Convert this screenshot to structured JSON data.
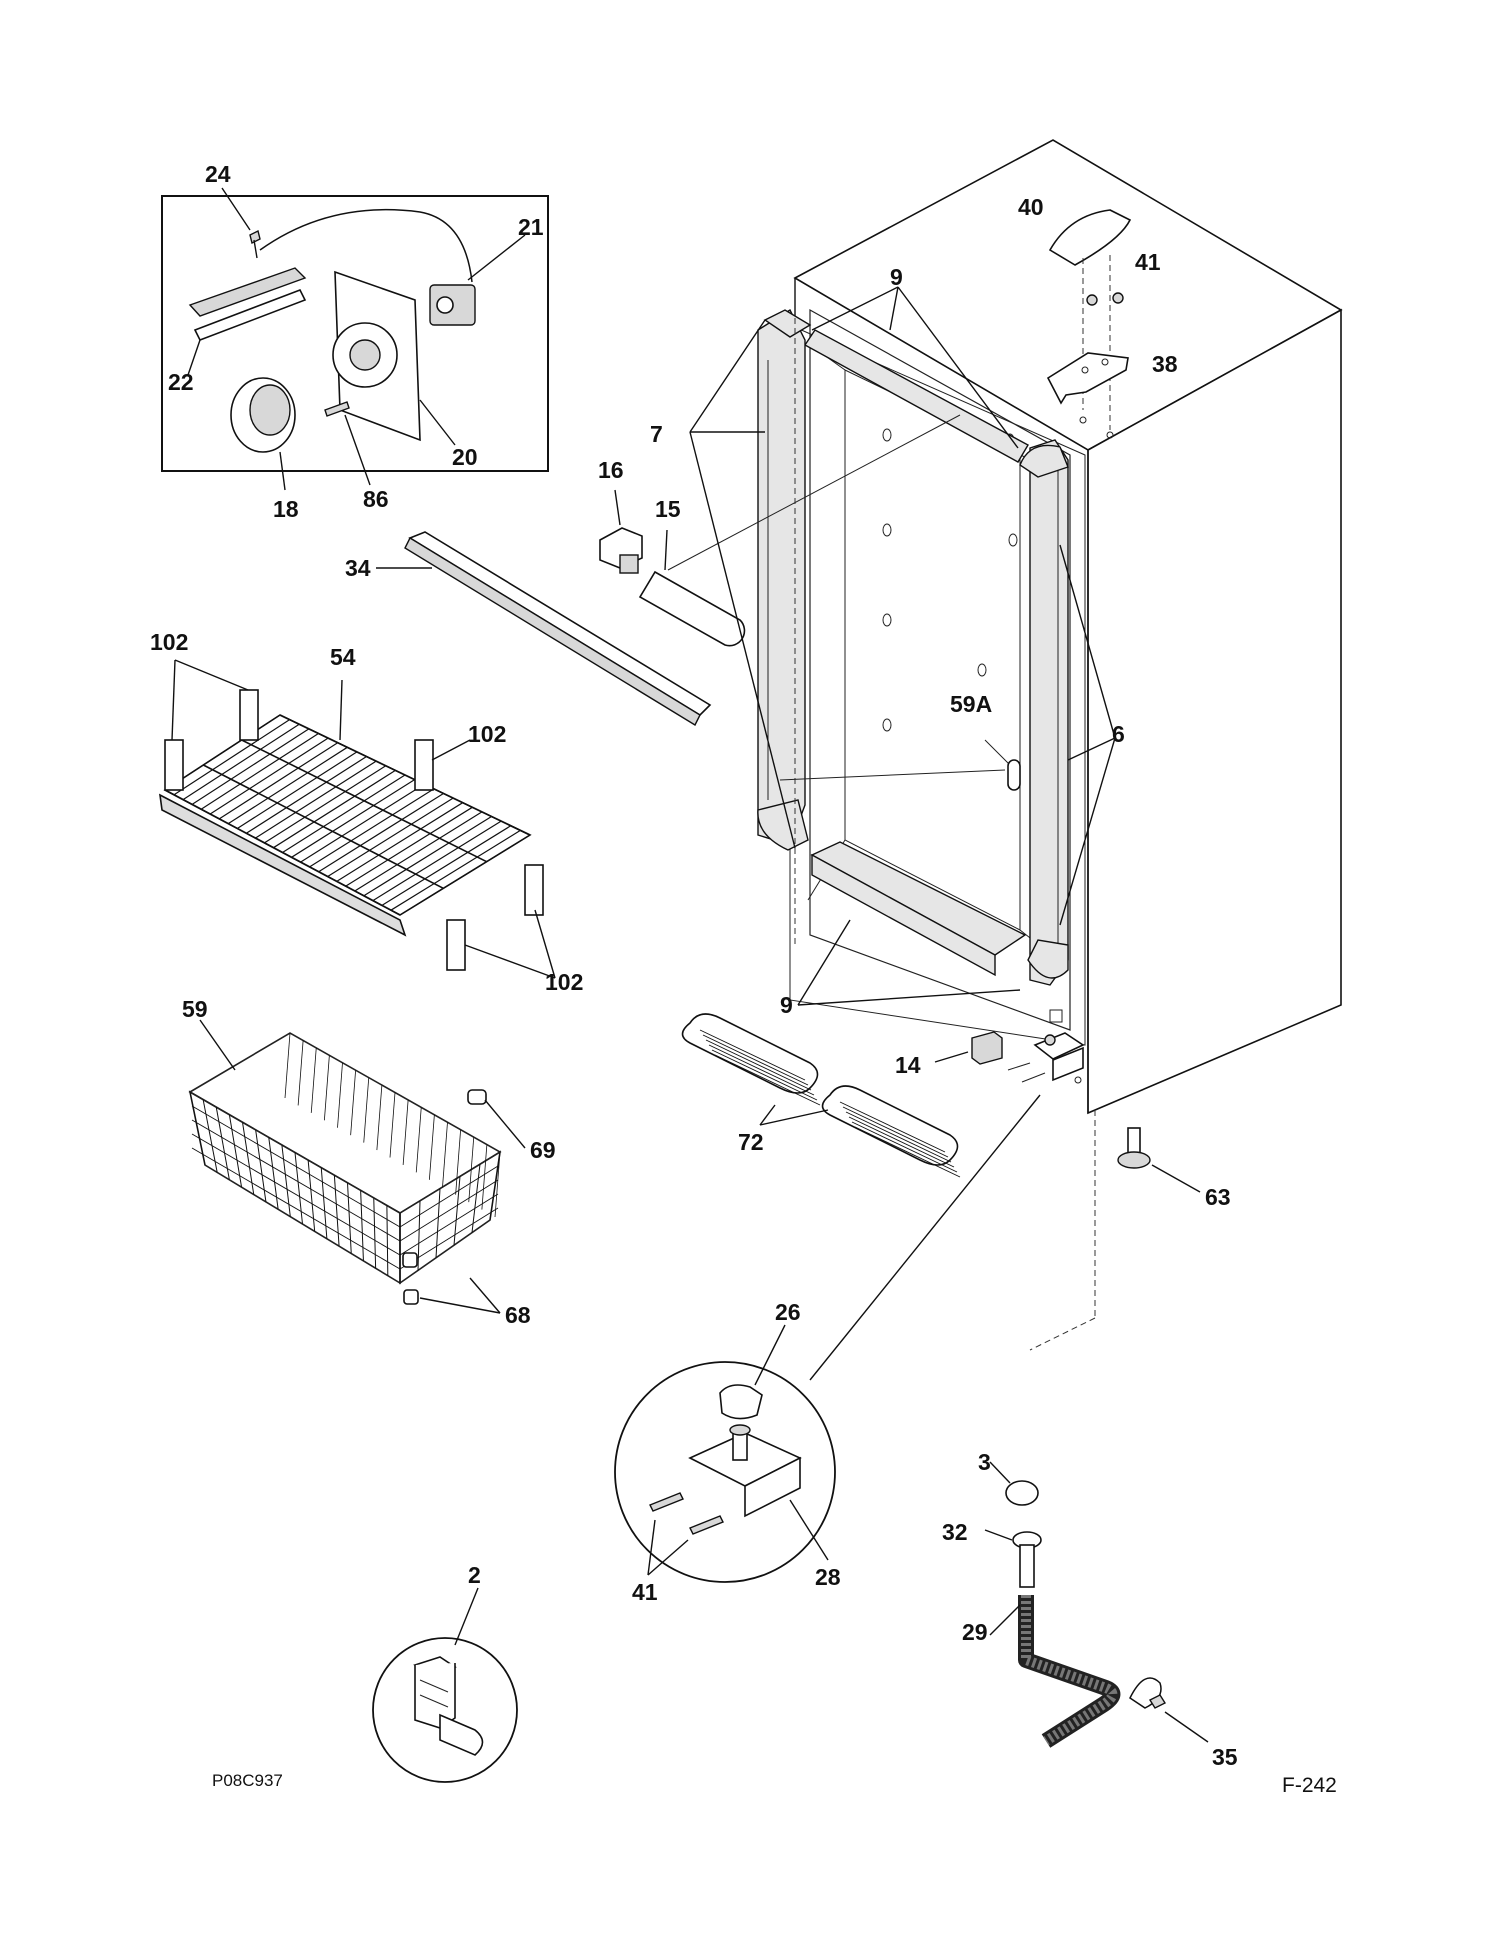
{
  "diagram": {
    "part_labels": [
      {
        "id": "24",
        "text": "24"
      },
      {
        "id": "21",
        "text": "21"
      },
      {
        "id": "22",
        "text": "22"
      },
      {
        "id": "20",
        "text": "20"
      },
      {
        "id": "18",
        "text": "18"
      },
      {
        "id": "86",
        "text": "86"
      },
      {
        "id": "40",
        "text": "40"
      },
      {
        "id": "41a",
        "text": "41"
      },
      {
        "id": "38",
        "text": "38"
      },
      {
        "id": "9a",
        "text": "9"
      },
      {
        "id": "7",
        "text": "7"
      },
      {
        "id": "16",
        "text": "16"
      },
      {
        "id": "15",
        "text": "15"
      },
      {
        "id": "34",
        "text": "34"
      },
      {
        "id": "102a",
        "text": "102"
      },
      {
        "id": "54",
        "text": "54"
      },
      {
        "id": "102b",
        "text": "102"
      },
      {
        "id": "102c",
        "text": "102"
      },
      {
        "id": "59A",
        "text": "59A"
      },
      {
        "id": "6",
        "text": "6"
      },
      {
        "id": "9b",
        "text": "9"
      },
      {
        "id": "59",
        "text": "59"
      },
      {
        "id": "14",
        "text": "14"
      },
      {
        "id": "69",
        "text": "69"
      },
      {
        "id": "72",
        "text": "72"
      },
      {
        "id": "63",
        "text": "63"
      },
      {
        "id": "68",
        "text": "68"
      },
      {
        "id": "26",
        "text": "26"
      },
      {
        "id": "3",
        "text": "3"
      },
      {
        "id": "32",
        "text": "32"
      },
      {
        "id": "41b",
        "text": "41"
      },
      {
        "id": "28",
        "text": "28"
      },
      {
        "id": "29",
        "text": "29"
      },
      {
        "id": "2",
        "text": "2"
      },
      {
        "id": "35",
        "text": "35"
      }
    ],
    "drawing_code": "P08C937",
    "figure_code": "F-242"
  }
}
